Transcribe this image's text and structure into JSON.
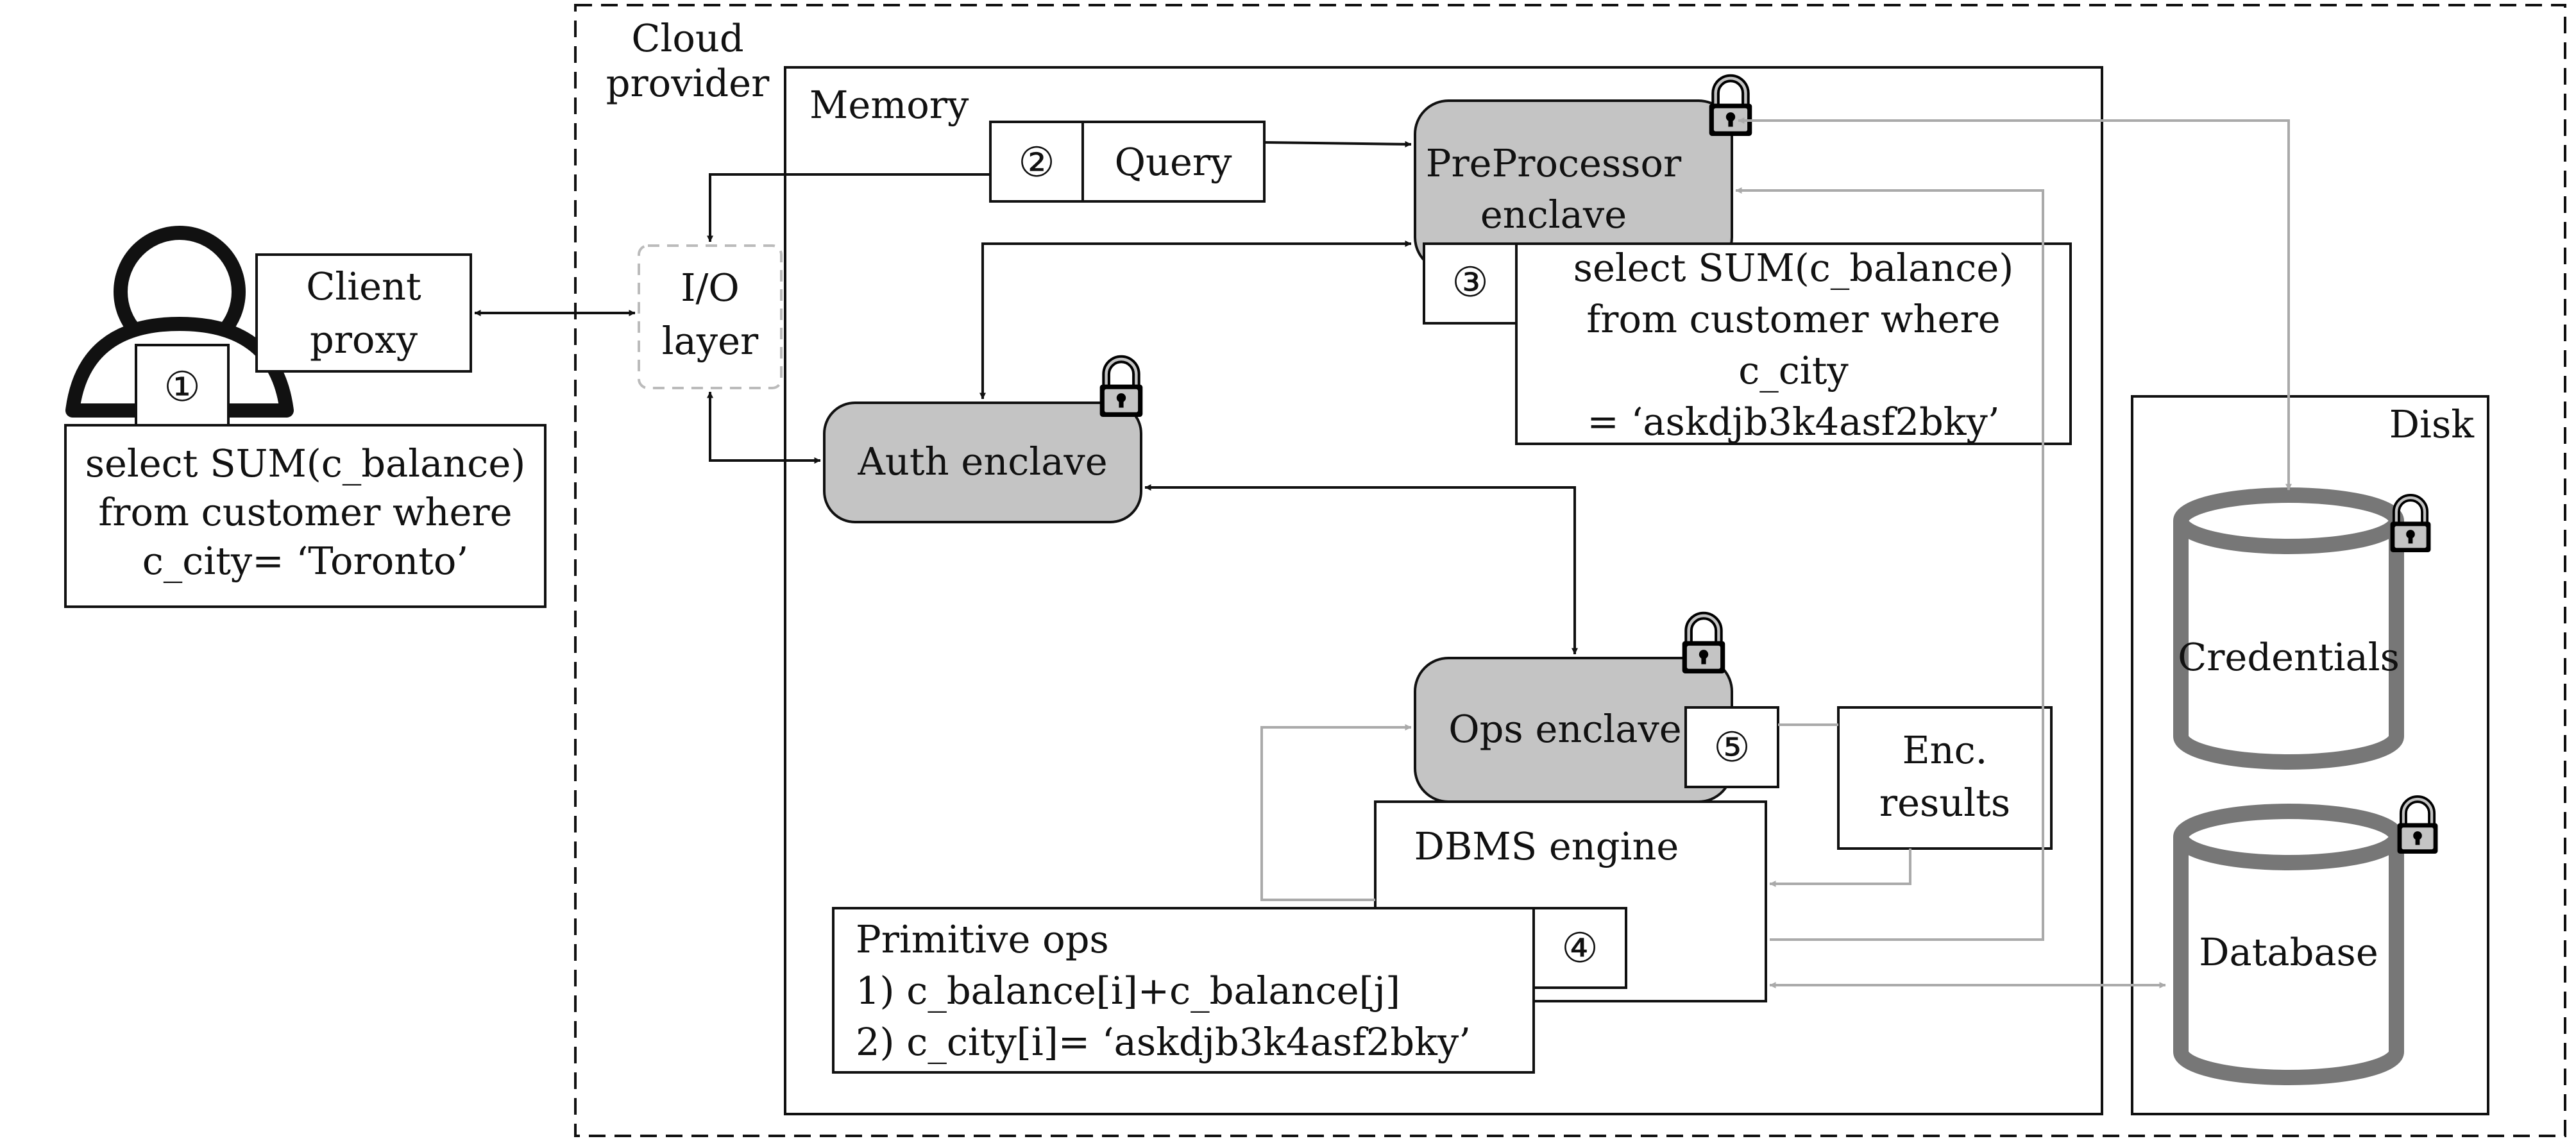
{
  "regions": {
    "cloud_provider": "Cloud\nprovider",
    "memory": "Memory",
    "disk": "Disk"
  },
  "nodes": {
    "client_proxy": "Client\nproxy",
    "io_layer": "I/O\nlayer",
    "query": "Query",
    "preprocessor": "PreProcessor\nenclave",
    "auth": "Auth enclave",
    "ops": "Ops enclave",
    "dbms": "DBMS engine",
    "enc_results": "Enc.\nresults",
    "credentials": "Credentials",
    "database": "Database"
  },
  "steps": {
    "s1": "①",
    "s2": "②",
    "s3": "③",
    "s4": "④",
    "s5": "⑤"
  },
  "client_query": "select SUM(c_balance)\nfrom customer where\nc_city= ‘Toronto’",
  "rewritten_query": "select SUM(c_balance)\nfrom customer where\nc_city\n= ‘askdjb3k4asf2bky’",
  "primitive_ops": "Primitive ops\n1) c_balance[i]+c_balance[j]\n2) c_city[i]= ‘askdjb3k4asf2bky’",
  "colors": {
    "enclave_fill": "#c4c4c4",
    "gray_edge": "#aaaaaa",
    "line": "#111111"
  },
  "icons": [
    "user-icon",
    "lock-icon"
  ]
}
